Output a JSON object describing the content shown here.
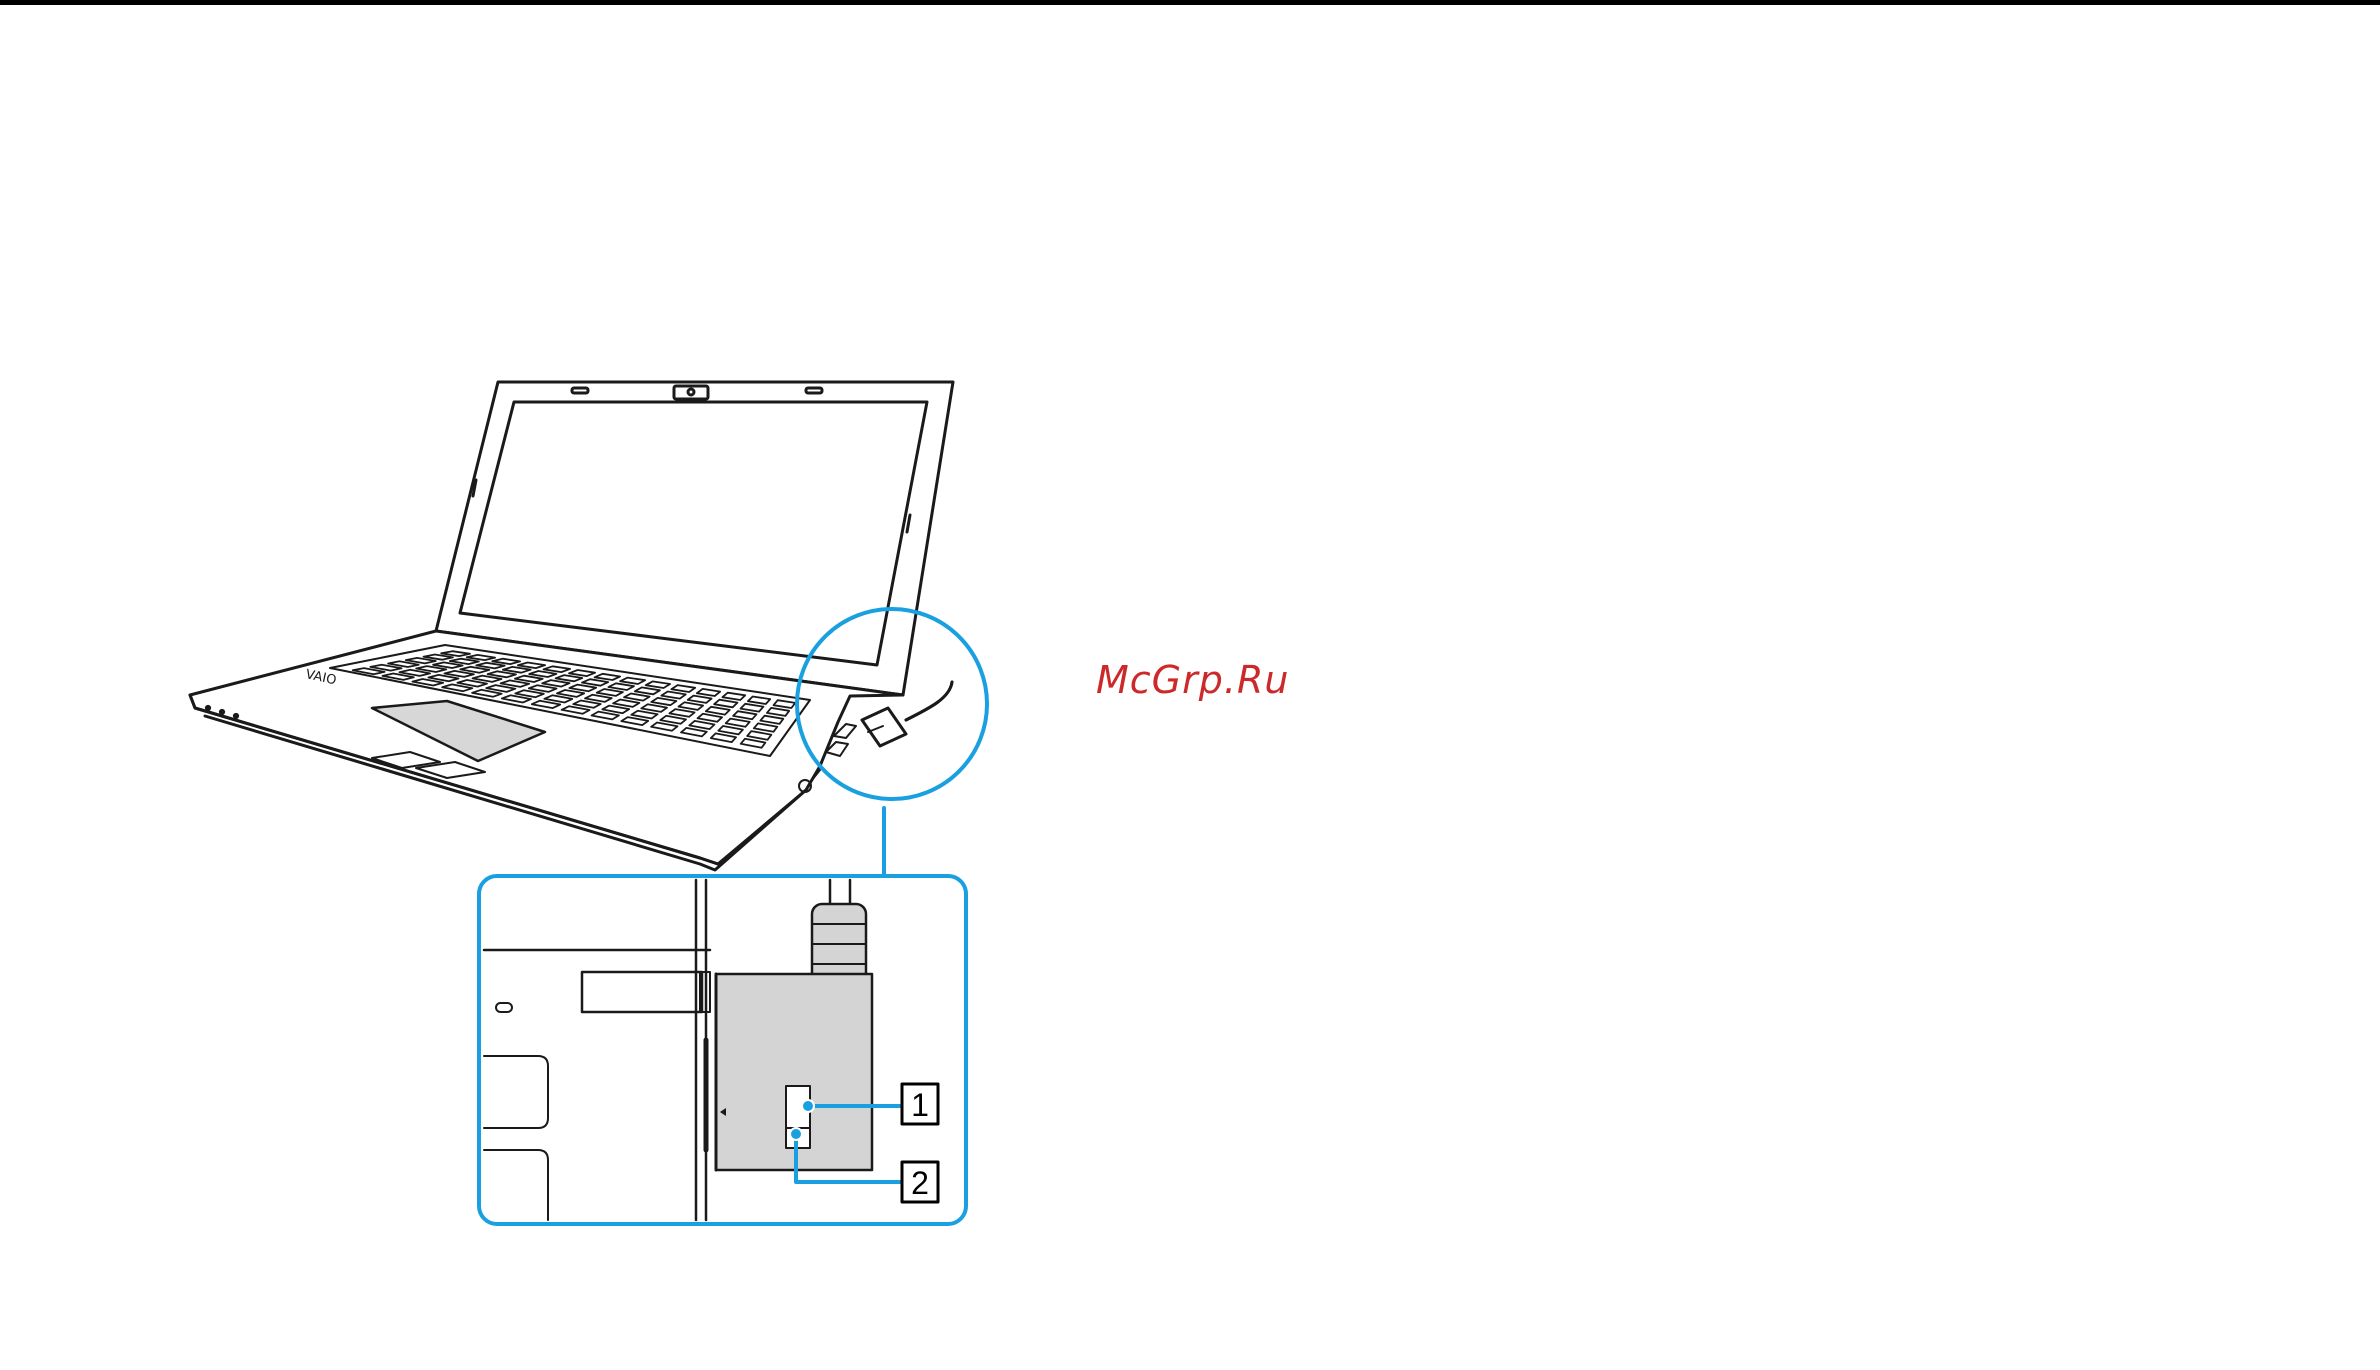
{
  "watermark": "McGrp.Ru",
  "callouts": [
    {
      "label": "1"
    },
    {
      "label": "2"
    }
  ],
  "colors": {
    "line": "#1a1a1a",
    "callout_blue": "#1aa0e0",
    "housing_gray": "#d4d4d4",
    "touchpad_gray": "#d7d7d7",
    "watermark_red": "#cc2a2a"
  }
}
